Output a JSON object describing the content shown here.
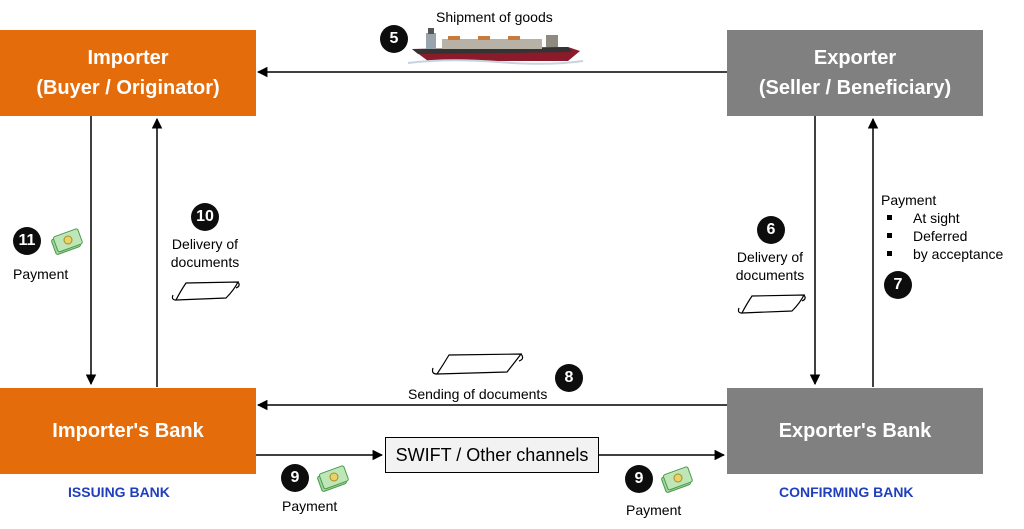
{
  "importer": {
    "line1": "Importer",
    "line2": "(Buyer / Originator)"
  },
  "exporter": {
    "line1": "Exporter",
    "line2": "(Seller / Beneficiary)"
  },
  "importer_bank": {
    "label": "Importer's Bank",
    "role": "ISSUING BANK"
  },
  "exporter_bank": {
    "label": "Exporter's Bank",
    "role": "CONFIRMING BANK"
  },
  "channel": "SWIFT / Other channels",
  "steps": {
    "s5": {
      "num": "5",
      "text": "Shipment of goods"
    },
    "s6": {
      "num": "6",
      "line1": "Delivery of",
      "line2": "documents"
    },
    "s7": {
      "num": "7",
      "title": "Payment",
      "terms": [
        "At sight",
        "Deferred",
        "by acceptance"
      ]
    },
    "s8": {
      "num": "8",
      "text": "Sending of documents"
    },
    "s9a": {
      "num": "9",
      "text": "Payment"
    },
    "s9b": {
      "num": "9",
      "text": "Payment"
    },
    "s10": {
      "num": "10",
      "line1": "Delivery of",
      "line2": "documents"
    },
    "s11": {
      "num": "11",
      "text": "Payment"
    }
  },
  "colors": {
    "importer_side": "#e46c0a",
    "exporter_side": "#808080",
    "bank_role": "#1f3fbf",
    "badge": "#0d0d0d"
  },
  "icons": [
    "ship-icon",
    "money-icon",
    "document-scroll-icon"
  ]
}
